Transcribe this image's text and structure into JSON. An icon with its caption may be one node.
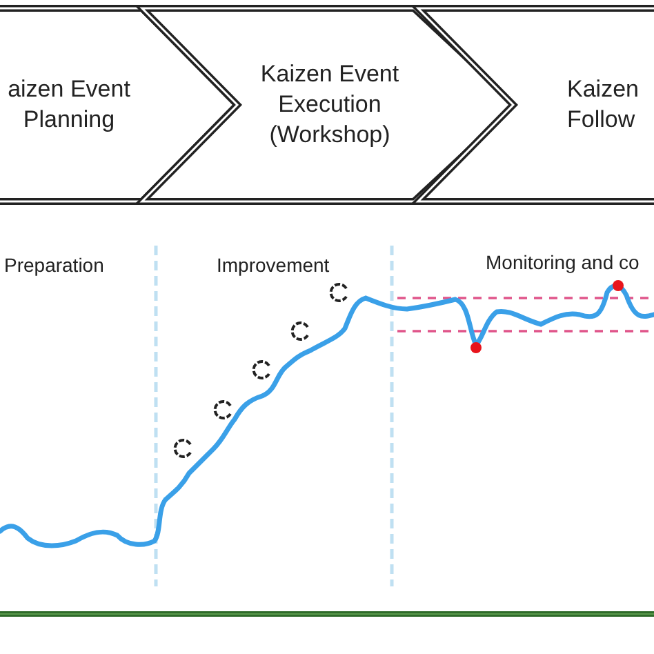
{
  "diagram": {
    "nodes": [
      {
        "text": [
          "aizen Event Planning"
        ]
      },
      {
        "text": [
          "Kaizen Event Execution (Workshop)"
        ]
      },
      {
        "text": [
          "Kaizen Follow"
        ]
      }
    ],
    "labels": [
      "Preparation",
      "Improvement",
      "Monitoring and co"
    ]
  }
}
